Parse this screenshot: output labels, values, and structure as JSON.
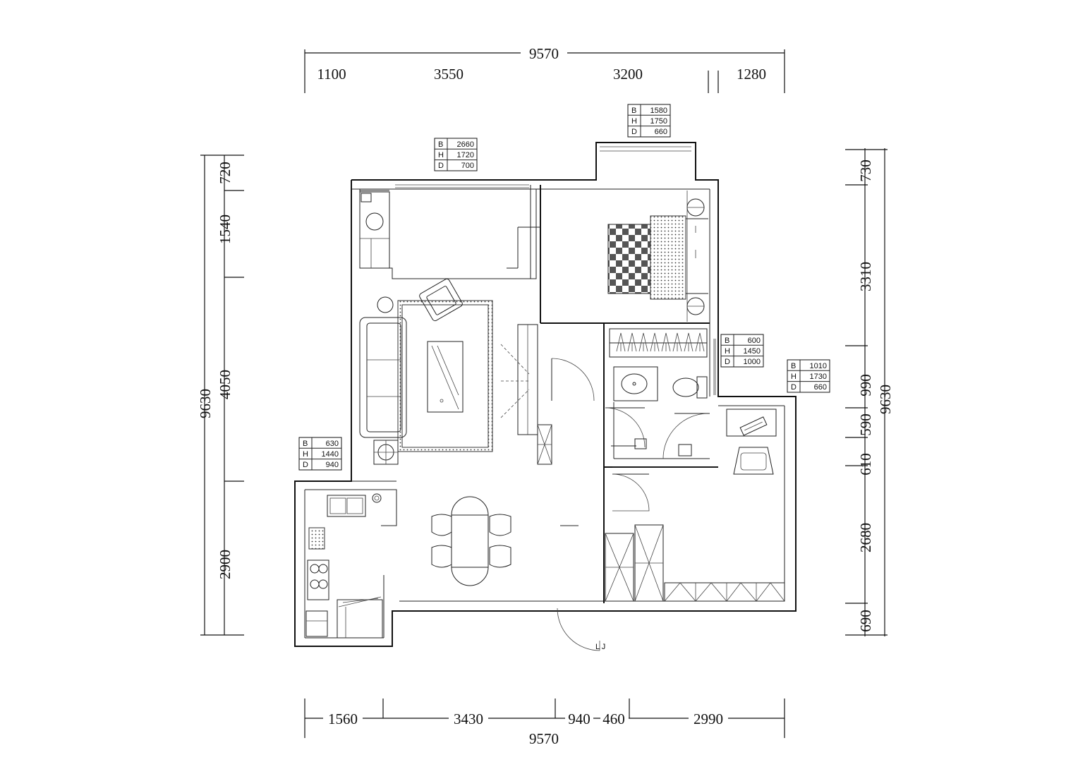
{
  "dimensions": {
    "top_total": "9570",
    "top_segments": [
      "1100",
      "3550",
      "3200",
      "1280"
    ],
    "bottom_segments": [
      "1560",
      "3430",
      "940",
      "460",
      "2990"
    ],
    "bottom_total": "9570",
    "left_total": "9630",
    "left_segments": [
      "720",
      "1540",
      "4050",
      "2900"
    ],
    "right_total": "9630",
    "right_segments": [
      "730",
      "3310",
      "990",
      "610",
      "590",
      "2680",
      "690"
    ]
  },
  "window_tags": [
    {
      "rows": [
        [
          "B",
          "1580"
        ],
        [
          "H",
          "1750"
        ],
        [
          "D",
          "660"
        ]
      ]
    },
    {
      "rows": [
        [
          "B",
          "2660"
        ],
        [
          "H",
          "1720"
        ],
        [
          "D",
          "700"
        ]
      ]
    },
    {
      "rows": [
        [
          "B",
          "600"
        ],
        [
          "H",
          "1450"
        ],
        [
          "D",
          "1000"
        ]
      ]
    },
    {
      "rows": [
        [
          "B",
          "1010"
        ],
        [
          "H",
          "1730"
        ],
        [
          "D",
          "660"
        ]
      ]
    },
    {
      "rows": [
        [
          "B",
          "630"
        ],
        [
          "H",
          "1440"
        ],
        [
          "D",
          "940"
        ]
      ]
    }
  ]
}
